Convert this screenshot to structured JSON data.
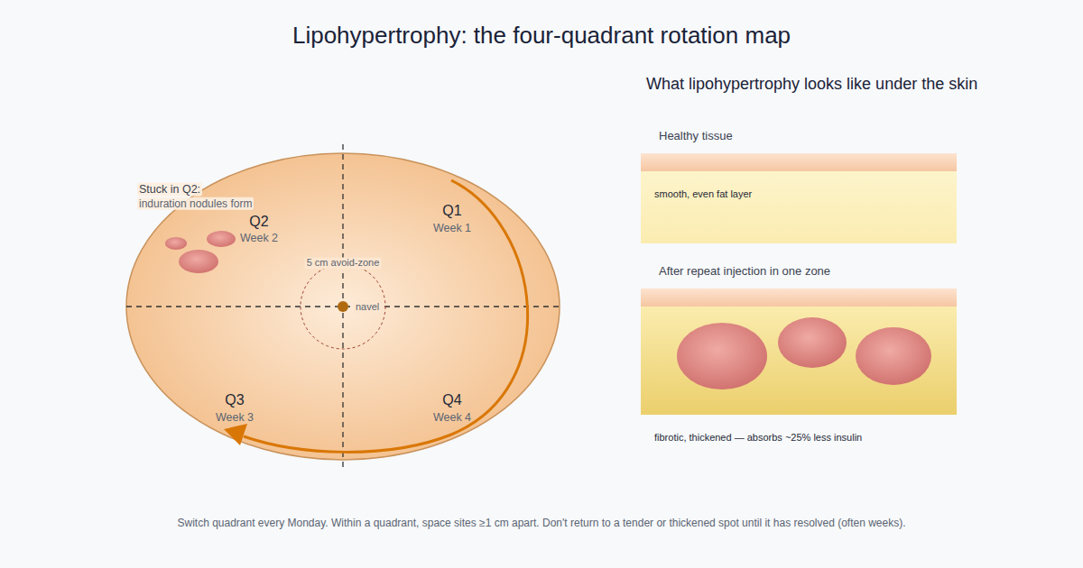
{
  "diagram": {
    "title": "Lipohypertrophy: the four-quadrant rotation map",
    "caption": "Switch quadrant every Monday. Within a quadrant, space sites ≥1 cm apart. Don't return to a tender or thickened spot until it has resolved (often weeks).",
    "nodes": [
      {
        "text": [
          "5 cm avoid-zone"
        ]
      },
      {
        "text": [
          "Healthy tissue",
          "smooth, even fat layer"
        ]
      },
      {
        "text": [
          "After repeat injection in one zone",
          "fibrotic, thickened — absorbs ~25% less insulin"
        ]
      }
    ],
    "labels": [
      "What lipohypertrophy looks like under the skin",
      "Stuck in Q2:",
      "induration nodules form",
      "Q2",
      "Week 2",
      "Q1",
      "Week 1",
      "Q3",
      "Week 3",
      "Q4",
      "Week 4",
      "navel"
    ]
  }
}
